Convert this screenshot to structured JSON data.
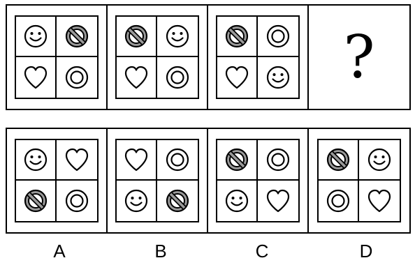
{
  "question_row": [
    {
      "cells": [
        "smiley-icon",
        "no-entry-icon",
        "heart-icon",
        "target-icon"
      ]
    },
    {
      "cells": [
        "no-entry-icon",
        "smiley-icon",
        "heart-icon",
        "target-icon"
      ]
    },
    {
      "cells": [
        "no-entry-icon",
        "target-icon",
        "heart-icon",
        "smiley-icon"
      ]
    },
    {
      "unknown": "?"
    }
  ],
  "options": [
    {
      "label": "A",
      "cells": [
        "smiley-icon",
        "heart-icon",
        "no-entry-icon",
        "target-icon"
      ]
    },
    {
      "label": "B",
      "cells": [
        "heart-icon",
        "target-icon",
        "smiley-icon",
        "no-entry-icon"
      ]
    },
    {
      "label": "C",
      "cells": [
        "no-entry-icon",
        "target-icon",
        "smiley-icon",
        "heart-icon"
      ]
    },
    {
      "label": "D",
      "cells": [
        "no-entry-icon",
        "smiley-icon",
        "target-icon",
        "heart-icon"
      ]
    }
  ]
}
